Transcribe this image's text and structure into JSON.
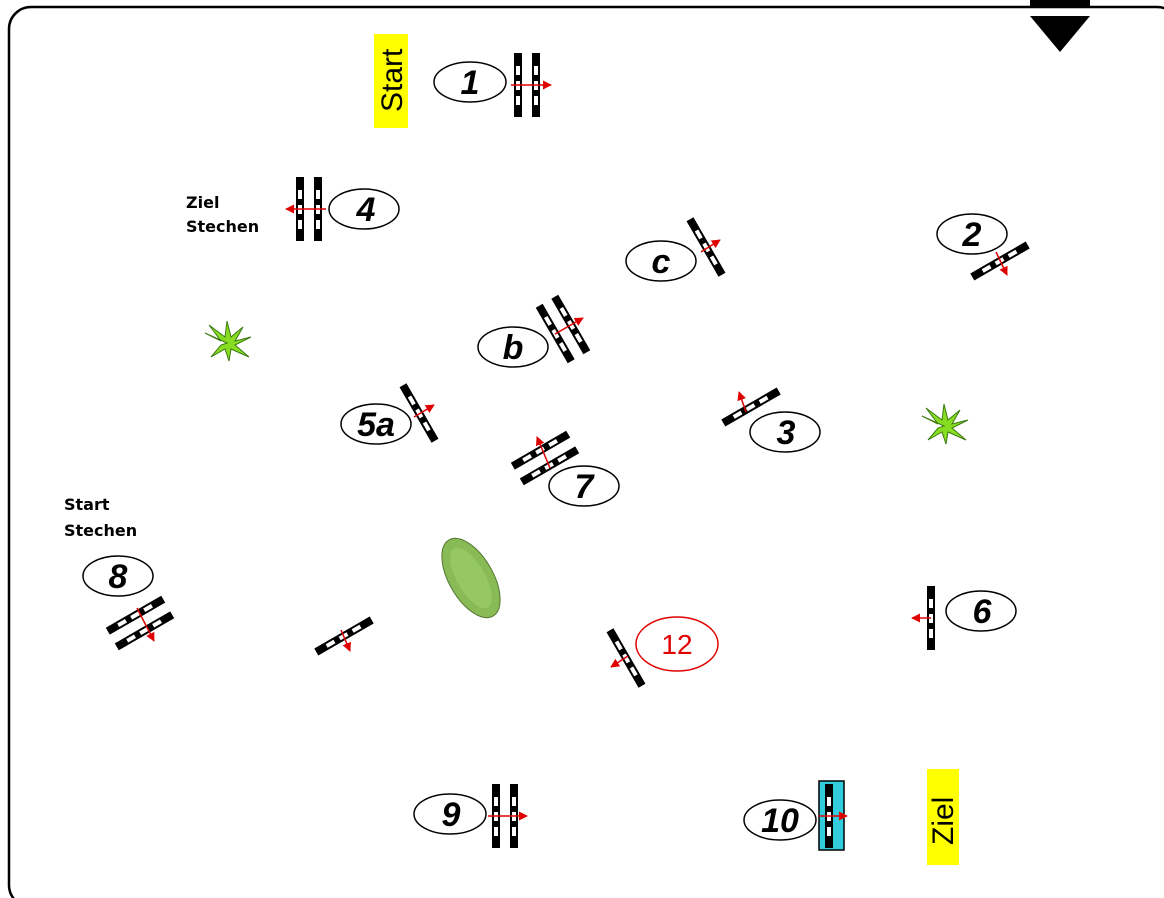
{
  "labels": {
    "start": "Start",
    "ziel": "Ziel",
    "ziel_stechen_1": "Ziel",
    "ziel_stechen_2": "Stechen",
    "start_stechen_1": "Start",
    "start_stechen_2": "Stechen"
  },
  "obstacles": {
    "n1": "1",
    "n2": "2",
    "n3": "3",
    "n4": "4",
    "n5a": "5a",
    "n6": "6",
    "n7": "7",
    "n8": "8",
    "n9": "9",
    "n10": "10",
    "n12": "12",
    "nb": "b",
    "nc": "c"
  },
  "colors": {
    "highlight": "#ffff00",
    "water_jump": "#33ccdd",
    "direction_arrow": "#e00000",
    "obstacle_12": "#e00000",
    "plant": "#88dd22",
    "hedge": "#88bb55"
  }
}
